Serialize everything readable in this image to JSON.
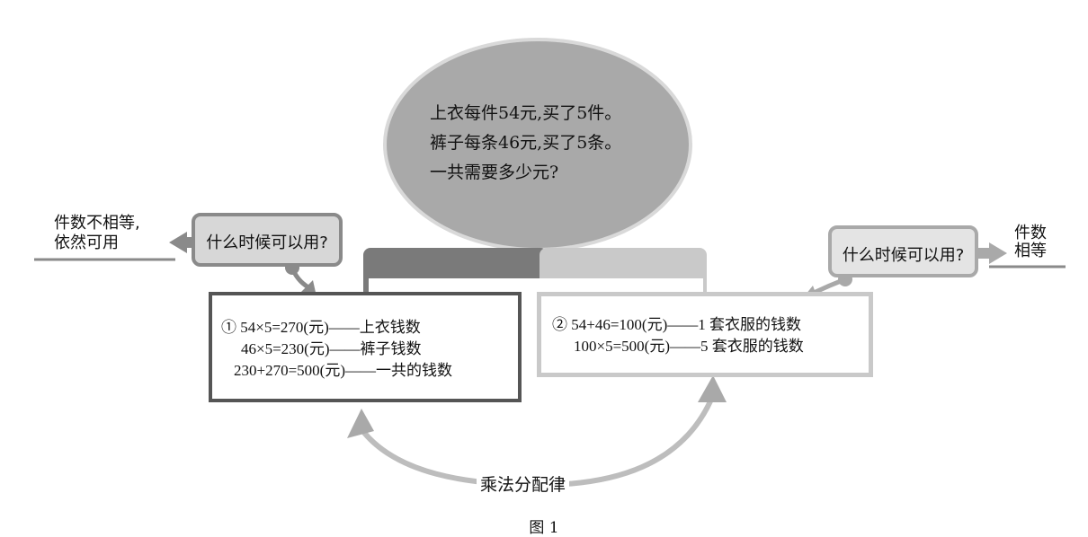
{
  "problem": {
    "lines": [
      "上衣每件54元,买了5件。",
      "裤子每条46元,买了5条。",
      "一共需要多少元?"
    ]
  },
  "left_question": "什么时候可以用?",
  "right_question": "什么时候可以用?",
  "left_note": [
    "件数不相等,",
    "依然可用"
  ],
  "right_note": [
    "件数",
    "相等"
  ],
  "method1": {
    "lines": [
      "① 54×5=270(元)——上衣钱数",
      "46×5=230(元)——裤子钱数",
      "230+270=500(元)——一共的钱数"
    ]
  },
  "method2": {
    "lines": [
      "② 54+46=100(元)——1 套衣服的钱数",
      "100×5=500(元)——5 套衣服的钱数"
    ]
  },
  "law_label": "乘法分配律",
  "caption": "图 1",
  "colors": {
    "oval": "#a9a9a9",
    "dark_gray": "#777777",
    "light_gray": "#c8c8c8"
  }
}
